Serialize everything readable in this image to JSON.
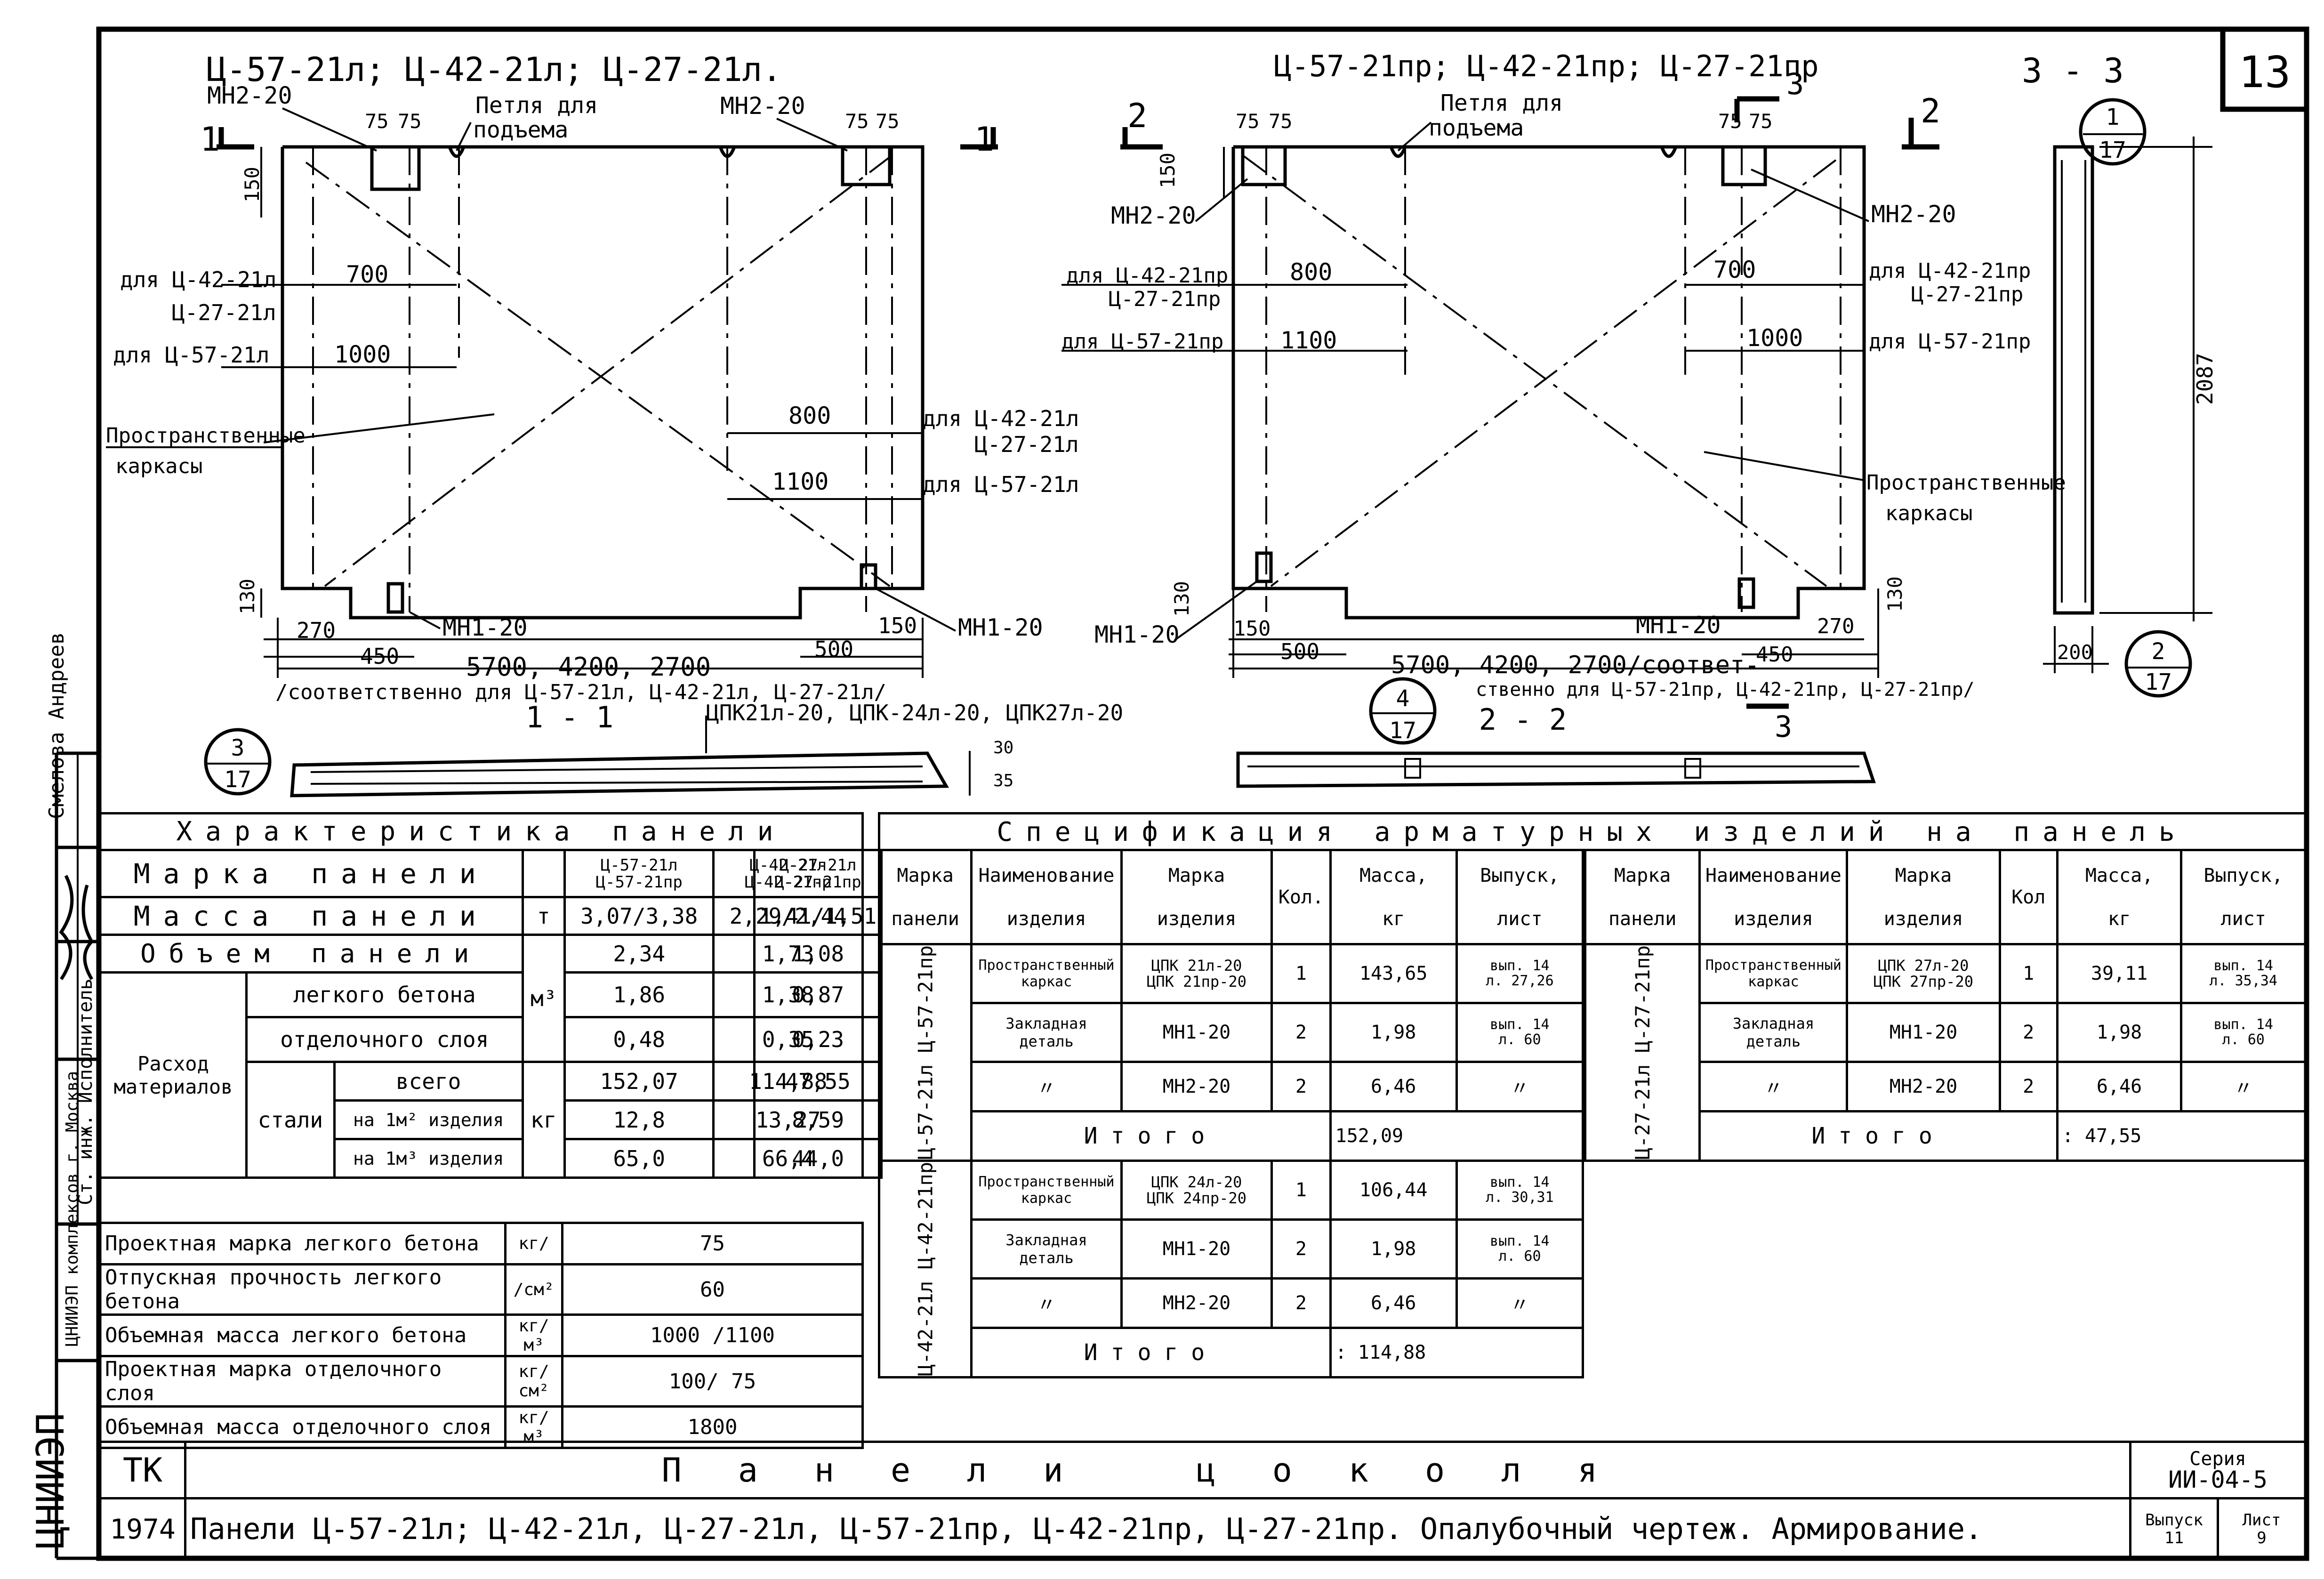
{
  "sheet_number": "13",
  "left_drawing": {
    "title": "Ц-57-21л; Ц-42-21л; Ц-27-21л.",
    "labels": {
      "mn2_left": "МН2-20",
      "mn2_right": "МН2-20",
      "loop_1": "Петля для",
      "loop_2": "подъема",
      "d75a": "75",
      "d75b": "75",
      "d75c": "75",
      "d75d": "75",
      "d150": "150",
      "for_4227_a": "для Ц-42-21л",
      "for_4227_b": "Ц-27-21л",
      "d700": "700",
      "for_57": "для Ц-57-21л",
      "d1000": "1000",
      "spatial_1": "Пространственные",
      "spatial_2": "каркасы",
      "d800": "800",
      "for_4227_c": "для Ц-42-21л",
      "for_4227_d": "Ц-27-21л",
      "d1100": "1100",
      "for_57_b": "для Ц-57-21л",
      "d130": "130",
      "d270": "270",
      "d450": "450",
      "mn1_a": "МН1-20",
      "d150b": "150",
      "mn1_b": "МН1-20",
      "d500": "500",
      "length": "5700, 4200, 2700",
      "resp": "/соответственно для Ц-57-21л, Ц-42-21л, Ц-27-21л/",
      "cut_left": "1",
      "cut_right": "1"
    }
  },
  "right_drawing": {
    "title": "Ц-57-21пр; Ц-42-21пр; Ц-27-21пр",
    "labels": {
      "loop_1": "Петля для",
      "loop_2": "подъема",
      "d75a": "75",
      "d75b": "75",
      "d75c": "75",
      "d75d": "75",
      "d150": "150",
      "mn2_left": "МН2-20",
      "mn2_right": "МН2-20",
      "for_4227_a": "для Ц-42-21пр",
      "for_4227_b": "Ц-27-21пр",
      "d800": "800",
      "d700": "700",
      "for_4227_c": "для Ц-42-21пр",
      "for_4227_d": "Ц-27-21пр",
      "for_57": "для Ц-57-21пр",
      "d1100": "1100",
      "d1000": "1000",
      "for_57_b": "для Ц-57-21пр",
      "spatial_1": "Пространственные",
      "spatial_2": "каркасы",
      "d130a": "130",
      "d130b": "130",
      "mn1_a": "МН1-20",
      "d150b": "150",
      "d500": "500",
      "mn1_b": "МН1-20",
      "d450": "450",
      "d270": "270",
      "length": "5700, 4200, 2700/соответ-",
      "resp": "ственно для Ц-57-21пр, Ц-42-21пр, Ц-27-21пр/",
      "cut_2a": "2",
      "cut_2b": "2",
      "cut_3a": "3",
      "cut_3b": "3"
    }
  },
  "section_33": {
    "title": "3 - 3",
    "ref_top_num": "1",
    "ref_top_den": "17",
    "height": "2087",
    "width": "200",
    "ref_bot_num": "2",
    "ref_bot_den": "17"
  },
  "section_11": {
    "title": "1 - 1",
    "ref_num": "3",
    "ref_den": "17",
    "frames": "ЦПК21л-20, ЦПК-24л-20, ЦПК27л-20",
    "d30": "30",
    "d35": "35"
  },
  "section_22": {
    "title": "2 - 2",
    "ref_num": "4",
    "ref_den": "17",
    "cut": "3"
  },
  "char_table": {
    "title": "Характеристика панели",
    "rows": {
      "mark_label": "Марка панели",
      "mark_cols": [
        "Ц-57-21л\nЦ-57-21пр",
        "Ц-42-21л\nЦ-42-21пр",
        "Ц-27-21л\nЦ-27-21пр"
      ],
      "mass_label": "Масса панели",
      "mass_unit": "т",
      "mass": [
        "3,07/3,38",
        "2,29/2,44",
        "1,41/1,51"
      ],
      "volume_label": "Объем панели",
      "volume_unit": "м³",
      "volume": [
        "2,34",
        "1,73",
        "1,08"
      ],
      "expense": "Расход материалов",
      "light_concrete": "легкого бетона",
      "light": [
        "1,86",
        "1,38",
        "0,87"
      ],
      "finishing": "отделочного слоя",
      "finish": [
        "0,48",
        "0,35",
        "0,23"
      ],
      "steel": "стали",
      "steel_unit": "кг",
      "total": "всего",
      "total_v": [
        "152,07",
        "114,88",
        "47,55"
      ],
      "per_m2": "на 1м² изделия",
      "per_m2_v": [
        "12,8",
        "13,27",
        "8,59"
      ],
      "per_m3": "на 1м³ изделия",
      "per_m3_v": [
        "65,0",
        "66,4",
        "44,0"
      ]
    },
    "extra": [
      {
        "label": "Проектная марка легкого бетона",
        "unit": "кг/",
        "value": "75"
      },
      {
        "label": "Отпускная прочность легкого бетона",
        "unit": "/см²",
        "value": "60"
      },
      {
        "label": "Объемная масса легкого бетона",
        "unit": "кг/м³",
        "value": "1000 /1100"
      },
      {
        "label": "Проектная марка отделочного слоя",
        "unit": "кг/см²",
        "value": "100/ 75"
      },
      {
        "label": "Объемная масса отделочного слоя",
        "unit": "кг/м³",
        "value": "1800"
      }
    ]
  },
  "spec_table": {
    "title": "Спецификация арматурных изделий на панель",
    "headers": {
      "mark": "Марка",
      "panel": "панели",
      "name1": "Наименование",
      "name2": "изделия",
      "imark1": "Марка",
      "imark2": "изделия",
      "qty": "Кол.",
      "qty_r": "Кол",
      "mass1": "Масса,",
      "mass2": "кг",
      "issue1": "Выпуск,",
      "issue2": "лист"
    },
    "group_a": {
      "panel": "Ц-57-21л  Ц-57-21пр",
      "rows": [
        {
          "name": "Пространственный каркас",
          "mark": "ЦПК 21л-20\nЦПК 21пр-20",
          "qty": "1",
          "mass": "143,65",
          "issue": "вып. 14\nл. 27,26"
        },
        {
          "name": "Закладная деталь",
          "mark": "МН1-20",
          "qty": "2",
          "mass": "1,98",
          "issue": "вып. 14\nл. 60"
        },
        {
          "name": "〃",
          "mark": "МН2-20",
          "qty": "2",
          "mass": "6,46",
          "issue": "〃"
        }
      ],
      "total_label": "Итого",
      "total": "152,09"
    },
    "group_b": {
      "panel": "Ц-42-21л  Ц-42-21пр",
      "rows": [
        {
          "name": "Пространственный каркас",
          "mark": "ЦПК 24л-20\nЦПК 24пр-20",
          "qty": "1",
          "mass": "106,44",
          "issue": "вып. 14\nл. 30,31"
        },
        {
          "name": "Закладная деталь",
          "mark": "МН1-20",
          "qty": "2",
          "mass": "1,98",
          "issue": "вып. 14\nл. 60"
        },
        {
          "name": "〃",
          "mark": "МН2-20",
          "qty": "2",
          "mass": "6,46",
          "issue": "〃"
        }
      ],
      "total_label": "Итого",
      "total": ": 114,88"
    },
    "group_c": {
      "panel": "Ц-27-21л  Ц-27-21пр",
      "rows": [
        {
          "name": "Пространственный каркас",
          "mark": "ЦПК 27л-20\nЦПК 27пр-20",
          "qty": "1",
          "mass": "39,11",
          "issue": "вып. 14\nл. 35,34"
        },
        {
          "name": "Закладная деталь",
          "mark": "МН1-20",
          "qty": "2",
          "mass": "1,98",
          "issue": "вып. 14\nл. 60"
        },
        {
          "name": "〃",
          "mark": "МН2-20",
          "qty": "2",
          "mass": "6,46",
          "issue": "〃"
        }
      ],
      "total_label": "Итого",
      "total": ": 47,55"
    }
  },
  "title_block": {
    "org": "ТК",
    "year": "1974",
    "title": "Панели цоколя",
    "subtitle": "Панели Ц-57-21л; Ц-42-21л, Ц-27-21л, Ц-57-21пр, Ц-42-21пр, Ц-27-21пр. Опалубочный чертеж. Армирование.",
    "series_label": "Серия",
    "series": "ИИ-04-5",
    "issue_label": "Выпуск",
    "issue": "11",
    "sheet_label": "Лист",
    "sheet": "9"
  },
  "side_stamp": {
    "names": "Смелова  Андреев",
    "roles": "Ст. инж.  Исполнитель",
    "org": "ЦНИИЭП комплексов г. Москва",
    "mark": "ЦНИИЭП"
  }
}
